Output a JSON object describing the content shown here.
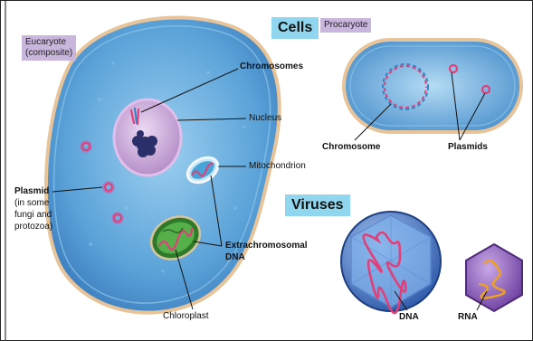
{
  "titles": {
    "cells": "Cells",
    "viruses": "Viruses"
  },
  "tags": {
    "eucaryote_line1": "Eucaryote",
    "eucaryote_line2": "(composite)",
    "procaryote": "Procaryote"
  },
  "labels": {
    "chromosomes": "Chromosomes",
    "nucleus": "Nucleus",
    "mitochondrion": "Mitochondrion",
    "plasmid": "Plasmid",
    "plasmid_note": [
      "(in some",
      "fungi and",
      "protozoa)"
    ],
    "extrachromosomal_line1": "Extrachromosomal",
    "extrachromosomal_line2": "DNA",
    "chloroplast": "Chloroplast",
    "chromosome": "Chromosome",
    "plasmids": "Plasmids",
    "dna": "DNA",
    "rna": "RNA"
  },
  "colors": {
    "cell_blue": "#5aa2d8",
    "membrane": "#e8c49a",
    "title_bg": "#8fd6ee",
    "tag_bg": "#c9b6dc",
    "nucleus": "#c9a6d6",
    "dna_pink": "#e0407a",
    "dna_blue": "#2f86c6",
    "chloroplast": "#3e9a3a",
    "capsid_blue": "#3a6fc4",
    "capsid_purple": "#8a5ab8",
    "rna_orange": "#f0a020"
  }
}
